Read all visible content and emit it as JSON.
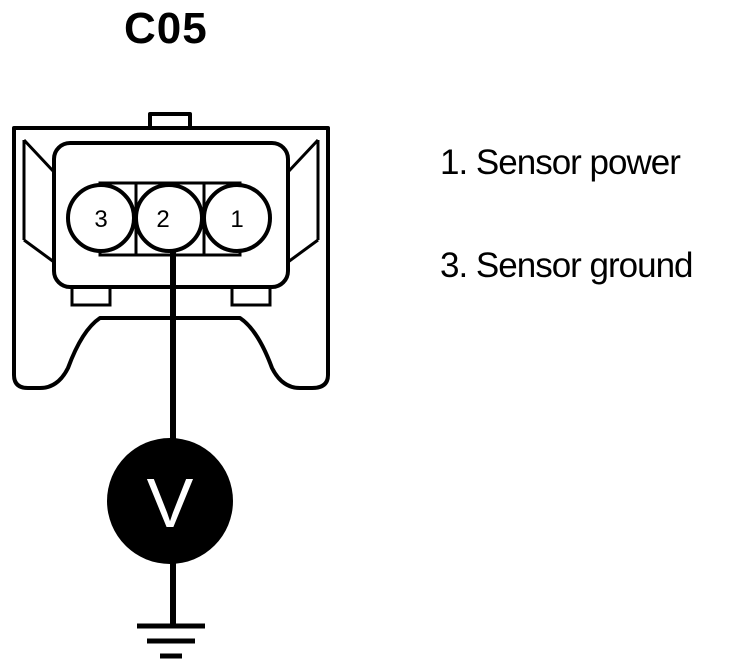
{
  "connector": {
    "id": "C05",
    "pins": [
      {
        "number": "3"
      },
      {
        "number": "2"
      },
      {
        "number": "1"
      }
    ],
    "probe_pin": "2"
  },
  "legend": [
    {
      "text": "1. Sensor power"
    },
    {
      "text": "3. Sensor ground"
    }
  ],
  "meter": {
    "label": "V",
    "icon": "voltmeter-icon"
  },
  "ground": {
    "icon": "ground-symbol-icon"
  },
  "colors": {
    "line": "#000000",
    "background": "#ffffff",
    "meter_fill": "#000000",
    "meter_text": "#ffffff"
  }
}
